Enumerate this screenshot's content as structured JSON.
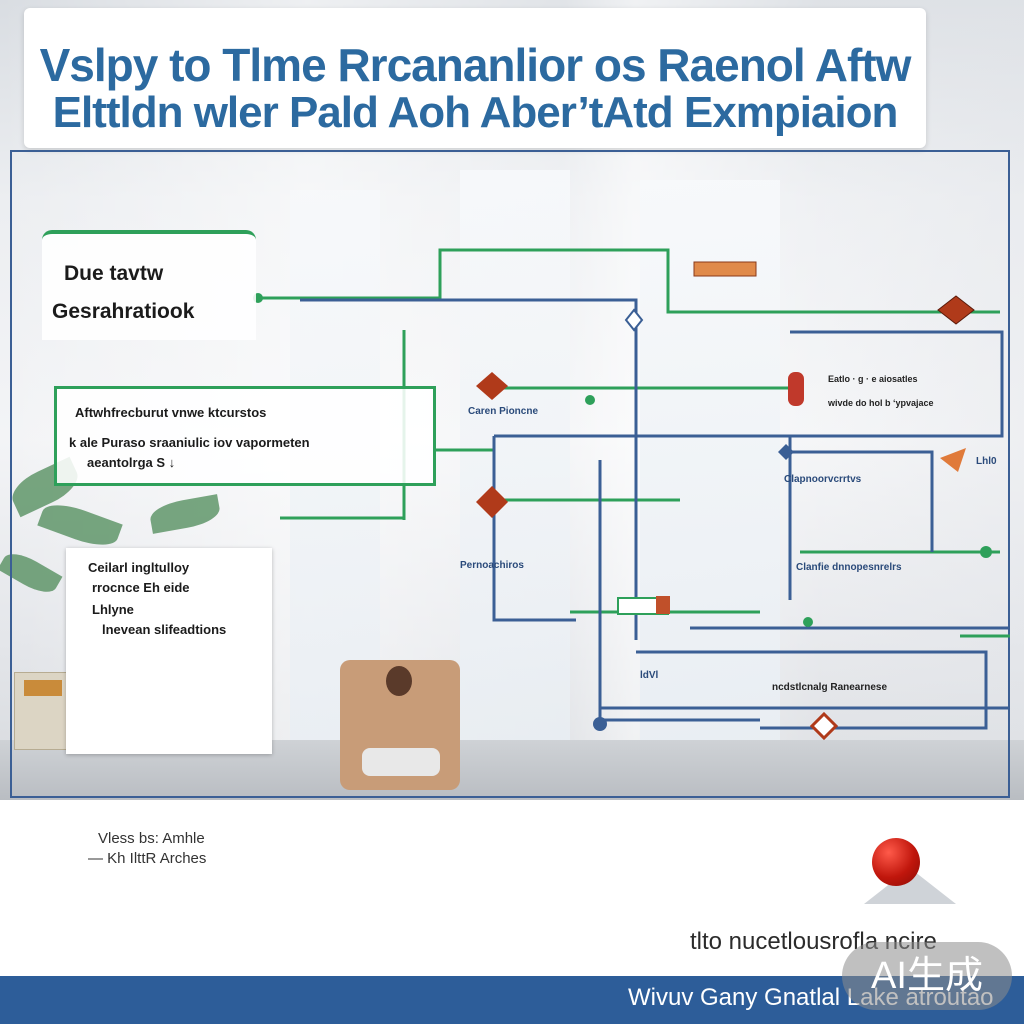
{
  "title": {
    "line1": "Vslpy to Tlme Rrcananlior os Raenol Aftw",
    "line2": "Elttldn wler Pald Aoh Aber’tAtd Exmpiaion"
  },
  "panel_top_left": {
    "line1": "Due tavtw",
    "line2": "Gesrahratiook"
  },
  "panel_mid_left": {
    "line1": "Aftwhfrecburut vnwe ktcurstos",
    "line2": "k ale Puraso sraaniulic iov vapormeten",
    "line3": "aeantolrga S ↓"
  },
  "panel_low_left": {
    "line1": "Ceilarl ingltulloy",
    "line2": "rrocnce Eh eide",
    "line3": "Lhlyne",
    "line4": "lnevean slifeadtions"
  },
  "diagram_labels": {
    "center_small": "Caren Pioncne",
    "right_top_1": "Eatlo · g · e aiosatles",
    "right_top_2": "wivde do hol b ‘ypvajace",
    "mid_right": "Clapnoorvcrrtvs",
    "mid_center": "Pernoachiros",
    "right_lower": "Clanfie dnnopesnrelrs",
    "bottom_center": "ncdstlcnalg Ranearnese",
    "lower_left_code": "ldVl",
    "far_right_tag": "Lhl0"
  },
  "bottom_note": {
    "line1": "Vless bs: Amhle",
    "line2": "—  Kh IlttR Arches"
  },
  "bottom_caption": "tlto nucetlousrofla ncire",
  "footer_text": "Wivuv Gany Gnatlal Lake atroutao",
  "ai_badge": "AI生成",
  "colors": {
    "title_blue": "#2c6aa0",
    "frame_blue": "#3b5f95",
    "connector_green": "#2ea05a",
    "node_red": "#b03a1a",
    "footer_blue": "#2d5d99"
  }
}
